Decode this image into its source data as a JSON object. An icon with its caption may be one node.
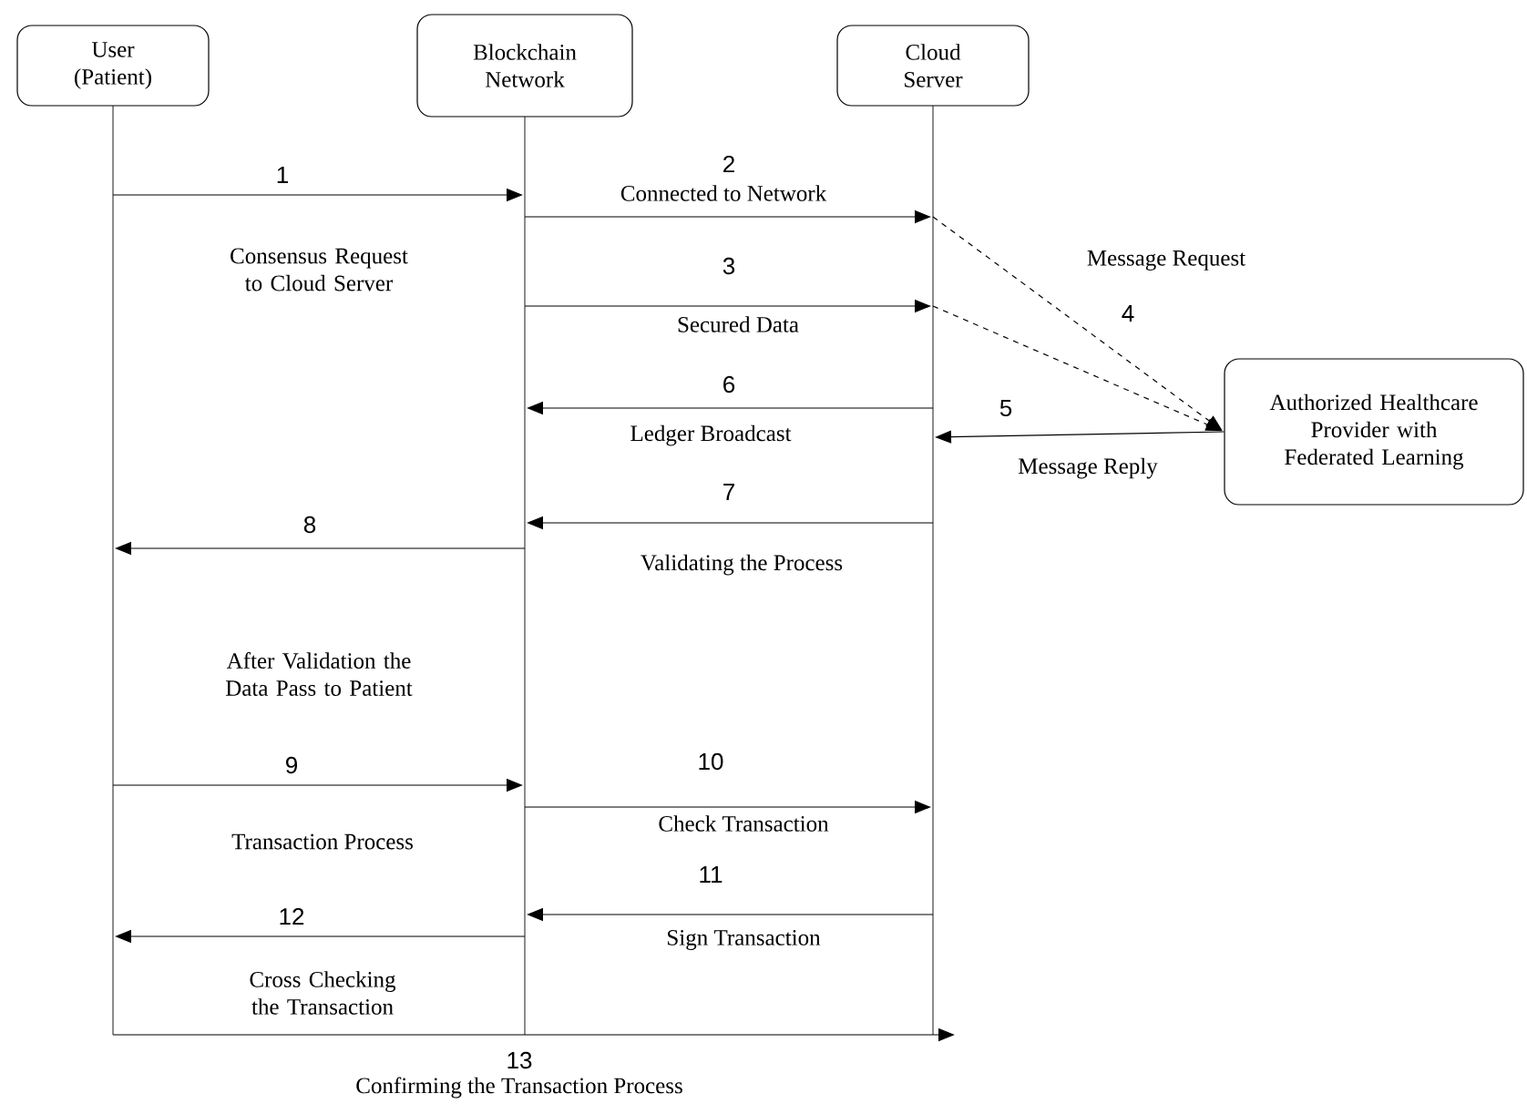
{
  "diagram": {
    "nodes": [
      {
        "text": [
          "User (Patient)"
        ]
      },
      {
        "text": [
          "Blockchain Network"
        ]
      },
      {
        "text": [
          "Cloud Server"
        ]
      },
      {
        "text": [
          "Authorized Healthcare Provider with Federated Learning"
        ]
      }
    ],
    "edges": [
      {
        "from": 0,
        "to": 1,
        "arrow": "to",
        "label": "1"
      },
      {
        "from": 1,
        "to": 2,
        "arrow": "to",
        "label": "2"
      },
      {
        "from": 2,
        "to": 3,
        "arrow": "to",
        "style": "dashed",
        "label": "4"
      },
      {
        "from": 1,
        "to": 2,
        "arrow": "to",
        "label": "3"
      },
      {
        "from": 2,
        "to": 3,
        "arrow": "to",
        "style": "dashed"
      },
      {
        "from": 2,
        "to": 1,
        "arrow": "to",
        "label": "6"
      },
      {
        "from": 3,
        "to": 2,
        "arrow": "to",
        "label": "5"
      },
      {
        "from": 2,
        "to": 1,
        "arrow": "to",
        "label": "7"
      },
      {
        "from": 1,
        "to": 0,
        "arrow": "to",
        "label": "8"
      },
      {
        "from": 0,
        "to": 1,
        "arrow": "to",
        "label": "9"
      },
      {
        "from": 1,
        "to": 2,
        "arrow": "to",
        "label": "10"
      },
      {
        "from": 2,
        "to": 1,
        "arrow": "to",
        "label": "11"
      },
      {
        "from": 1,
        "to": 0,
        "arrow": "to",
        "label": "12"
      },
      {
        "from": 0,
        "to": 2,
        "arrow": "to",
        "label": "13"
      }
    ],
    "labels": [
      "Connected to Network",
      "Consensus Request to Cloud Server",
      "Message Request",
      "Secured Data",
      "Ledger Broadcast",
      "Message Reply",
      "Validating the Process",
      "After Validation the Data Pass to Patient",
      "Transaction Process",
      "Check Transaction",
      "Sign Transaction",
      "Cross Checking the Transaction",
      "Confirming the Transaction Process"
    ]
  }
}
